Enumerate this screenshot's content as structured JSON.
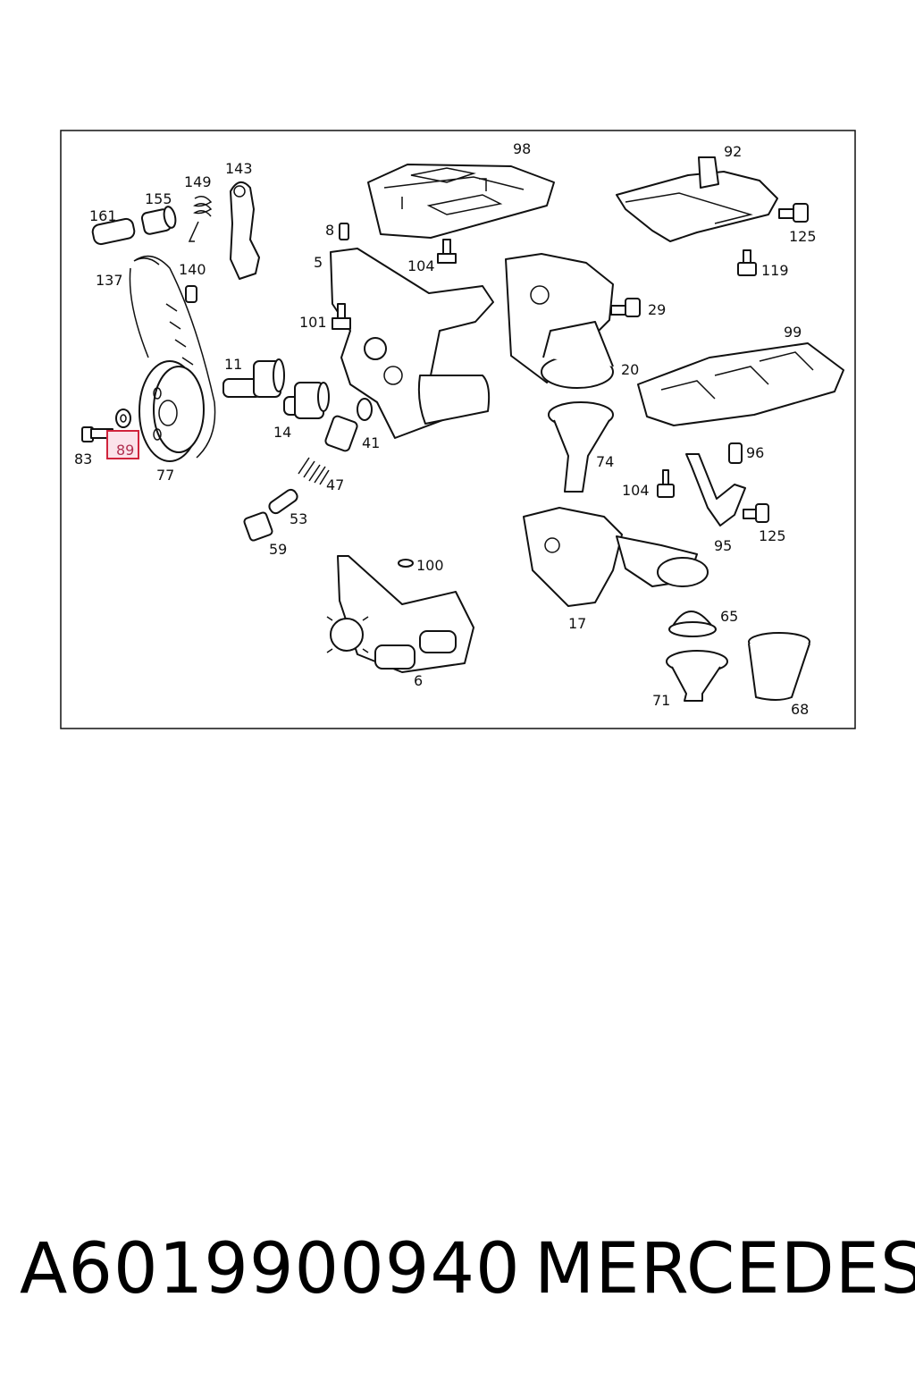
{
  "diagram": {
    "highlighted_label": "89",
    "labels": {
      "l161": "161",
      "l155": "155",
      "l149": "149",
      "l143": "143",
      "l98": "98",
      "l92": "92",
      "l125a": "125",
      "l8": "8",
      "l5": "5",
      "l104a": "104",
      "l119": "119",
      "l137": "137",
      "l140": "140",
      "l101": "101",
      "l29": "29",
      "l99": "99",
      "l11": "11",
      "l20": "20",
      "l14": "14",
      "l41": "41",
      "l74": "74",
      "l96": "96",
      "l83": "83",
      "l89": "89",
      "l77": "77",
      "l47": "47",
      "l104b": "104",
      "l53": "53",
      "l125b": "125",
      "l95": "95",
      "l59": "59",
      "l100": "100",
      "l17": "17",
      "l65": "65",
      "l6": "6",
      "l71": "71",
      "l68": "68"
    }
  },
  "footer": {
    "part_number": "A6019900940",
    "brand": "MERCEDES"
  },
  "colors": {
    "frame": "#111111",
    "highlight_box": "#d0243c",
    "highlight_fill": "#fbe3ea"
  }
}
